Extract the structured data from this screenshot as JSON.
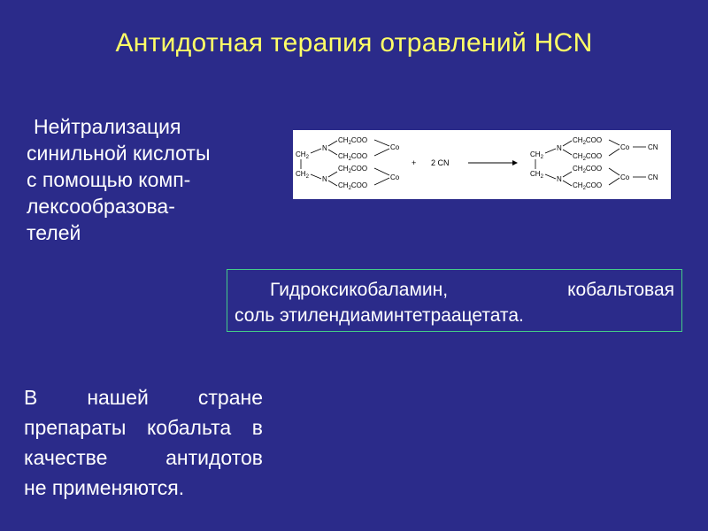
{
  "slide": {
    "title": "Антидотная терапия отравлений HCN",
    "left_text": [
      "Нейтрализация",
      "синильной кислоты",
      "с помощью комп-",
      "лексообразова-",
      "телей"
    ],
    "box": {
      "line1": [
        "Гидроксикобаламин,",
        "кобальтовая"
      ],
      "line2": "соль этилендиаминтетраацетата."
    },
    "bottom_text": {
      "line1": [
        "В",
        "нашей",
        "стране"
      ],
      "line2": [
        "препараты",
        "кобальта",
        "в"
      ],
      "line3": [
        "качестве",
        "антидотов"
      ],
      "line4": "не применяются."
    },
    "reaction": {
      "ch2": "CH",
      "sub2": "2",
      "n": "N",
      "ch2coo_a": "CH",
      "ch2coo_b": "COO",
      "co": "Co",
      "plus": "+",
      "reagent": "2 CN",
      "cn": "CN"
    }
  },
  "colors": {
    "background": "#2b2b8a",
    "title": "#ffff66",
    "text": "#ffffff",
    "box_border": "#44cc88"
  }
}
